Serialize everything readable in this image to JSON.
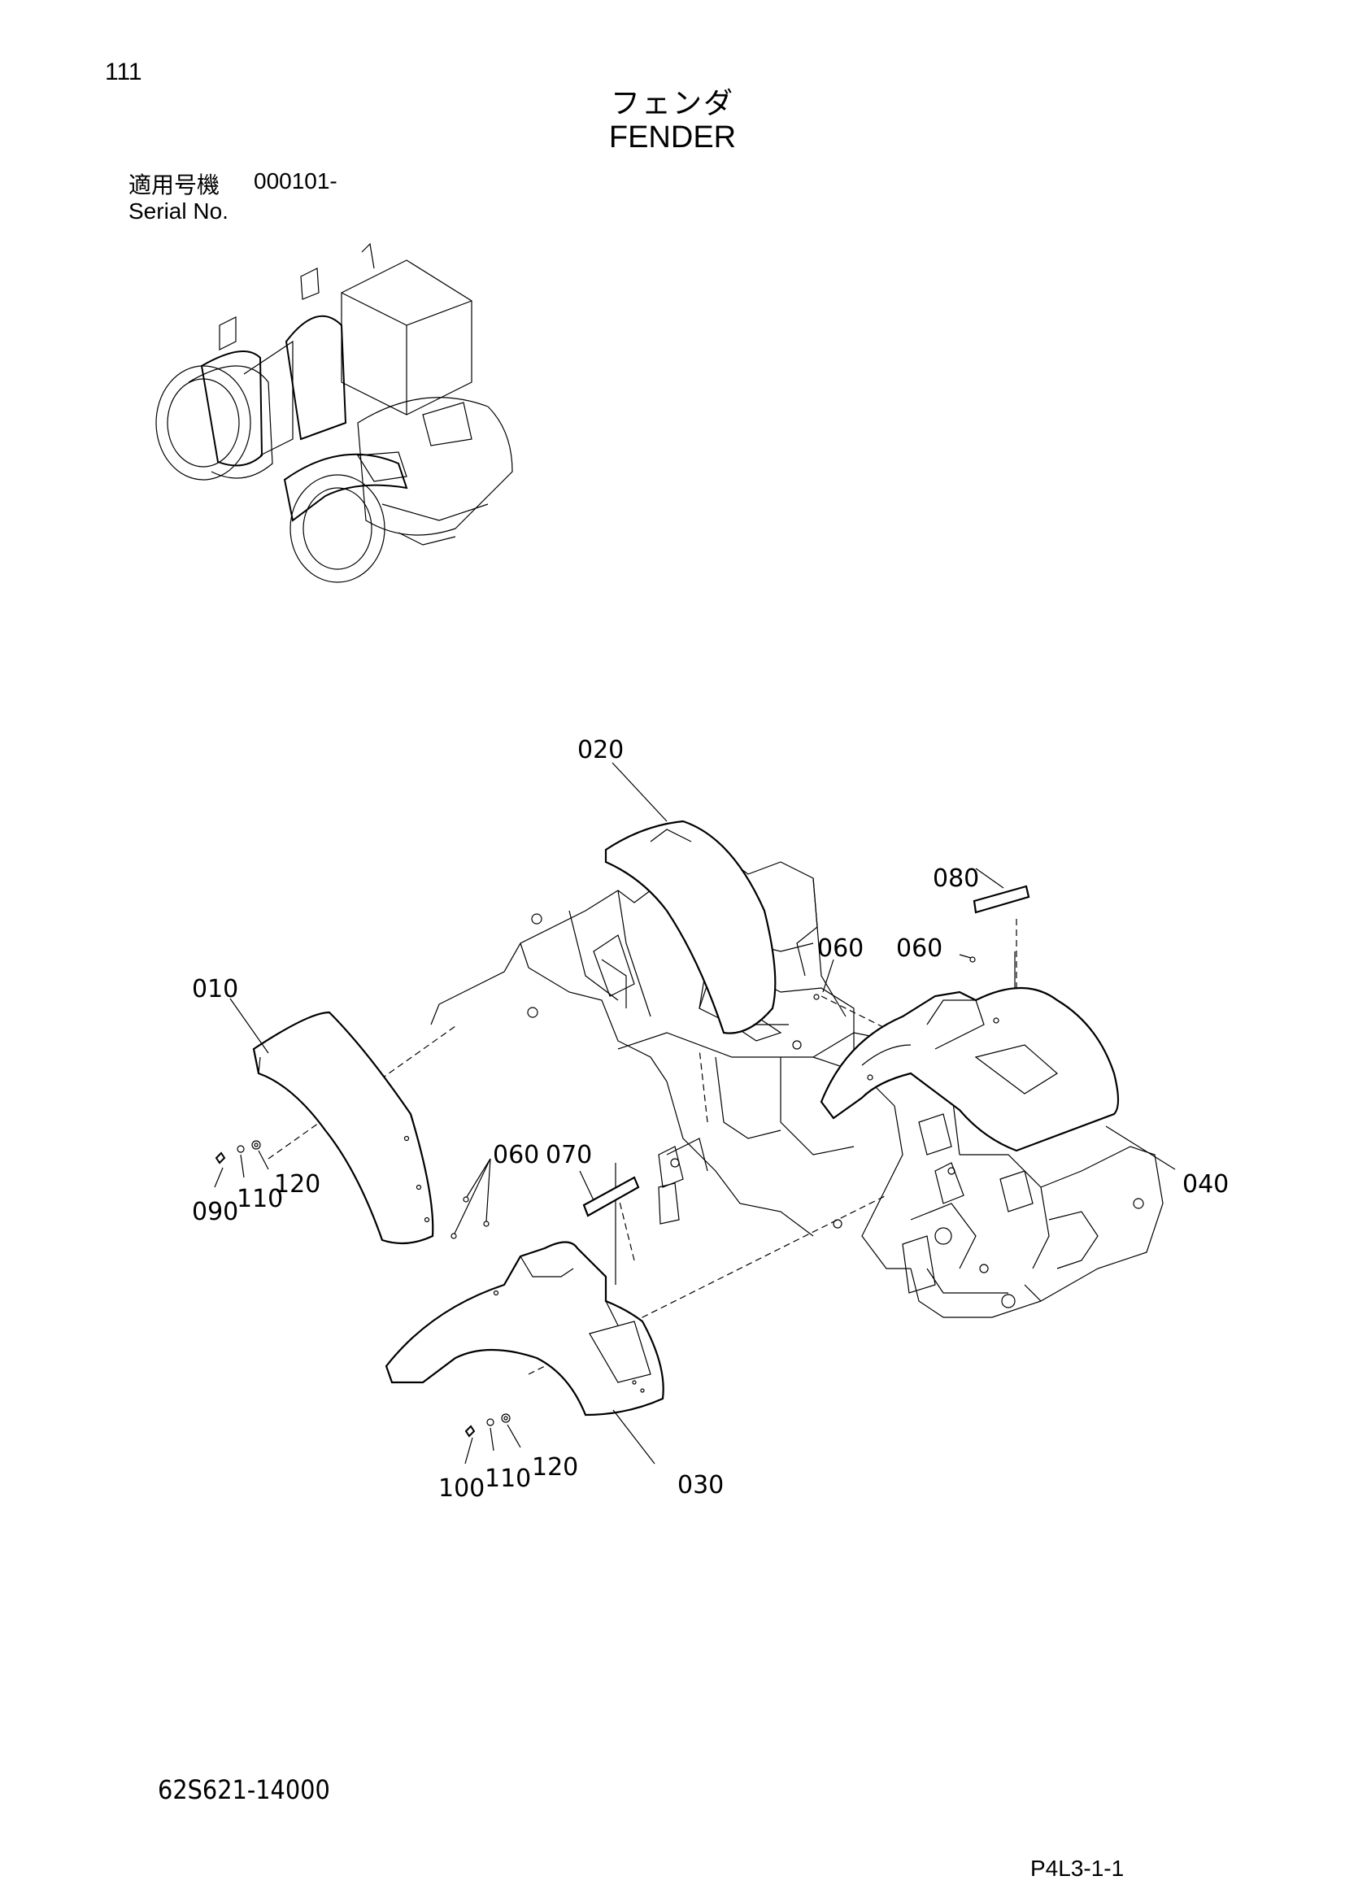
{
  "page": {
    "number": "111",
    "title_jp": "フェンダ",
    "title_en": "FENDER",
    "serial_label_jp": "適用号機",
    "serial_value": "000101-",
    "serial_label_en": "Serial No.",
    "drawing_code": "62S621-14000",
    "page_ref": "P4L3-1-1"
  },
  "callouts": {
    "c010": "010",
    "c020": "020",
    "c030": "030",
    "c040": "040",
    "c060a": "060",
    "c060b": "060",
    "c060c": "060",
    "c070": "070",
    "c080": "080",
    "c090": "090",
    "c100": "100",
    "c110a": "110",
    "c110b": "110",
    "c120a": "120",
    "c120b": "120"
  }
}
